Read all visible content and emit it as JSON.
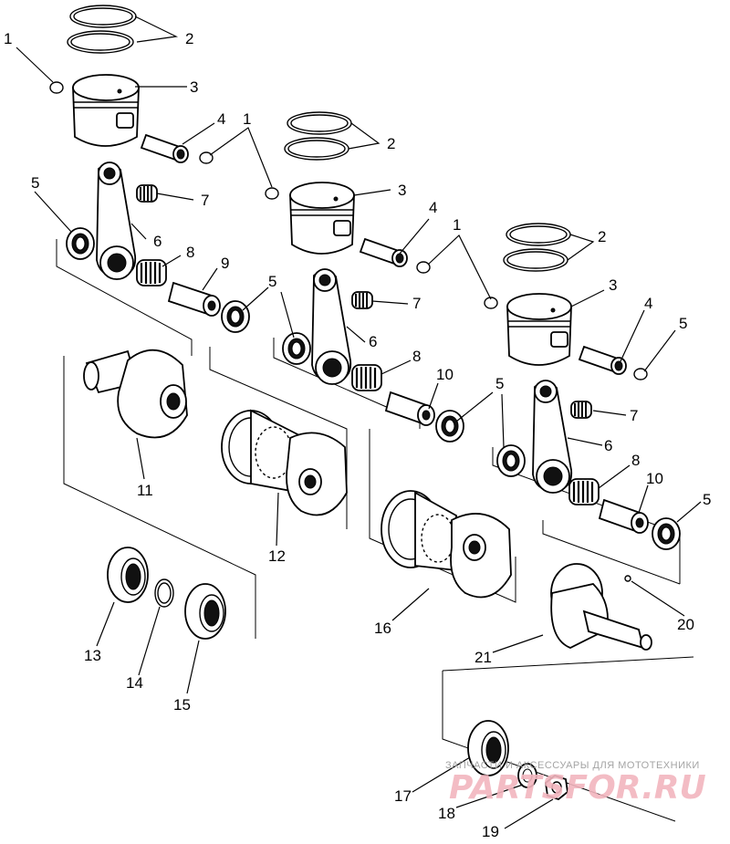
{
  "callouts": [
    {
      "id": "c1a",
      "text": "1"
    },
    {
      "id": "c2a",
      "text": "2"
    },
    {
      "id": "c3a",
      "text": "3"
    },
    {
      "id": "c4a",
      "text": "4"
    },
    {
      "id": "c5a",
      "text": "5"
    },
    {
      "id": "c6a",
      "text": "6"
    },
    {
      "id": "c7a",
      "text": "7"
    },
    {
      "id": "c8a",
      "text": "8"
    },
    {
      "id": "c9",
      "text": "9"
    },
    {
      "id": "c1b",
      "text": "1"
    },
    {
      "id": "c2b",
      "text": "2"
    },
    {
      "id": "c3b",
      "text": "3"
    },
    {
      "id": "c4b",
      "text": "4"
    },
    {
      "id": "c5b",
      "text": "5"
    },
    {
      "id": "c6b",
      "text": "6"
    },
    {
      "id": "c7b",
      "text": "7"
    },
    {
      "id": "c8b",
      "text": "8"
    },
    {
      "id": "c10b",
      "text": "10"
    },
    {
      "id": "c1c",
      "text": "1"
    },
    {
      "id": "c2c",
      "text": "2"
    },
    {
      "id": "c3c",
      "text": "3"
    },
    {
      "id": "c4c",
      "text": "4"
    },
    {
      "id": "c5c",
      "text": "5"
    },
    {
      "id": "c5d",
      "text": "5"
    },
    {
      "id": "c6c",
      "text": "6"
    },
    {
      "id": "c7c",
      "text": "7"
    },
    {
      "id": "c8c",
      "text": "8"
    },
    {
      "id": "c10c",
      "text": "10"
    },
    {
      "id": "c5e",
      "text": "5"
    },
    {
      "id": "c11",
      "text": "11"
    },
    {
      "id": "c12",
      "text": "12"
    },
    {
      "id": "c13",
      "text": "13"
    },
    {
      "id": "c14",
      "text": "14"
    },
    {
      "id": "c15",
      "text": "15"
    },
    {
      "id": "c16",
      "text": "16"
    },
    {
      "id": "c17",
      "text": "17"
    },
    {
      "id": "c18",
      "text": "18"
    },
    {
      "id": "c19",
      "text": "19"
    },
    {
      "id": "c20",
      "text": "20"
    },
    {
      "id": "c21",
      "text": "21"
    }
  ],
  "watermark": {
    "tagline": "ЗАПЧАСТИ И АКСЕССУАРЫ ДЛЯ МОТОТЕХНИКИ",
    "brand": "PARTSFOR.RU"
  }
}
